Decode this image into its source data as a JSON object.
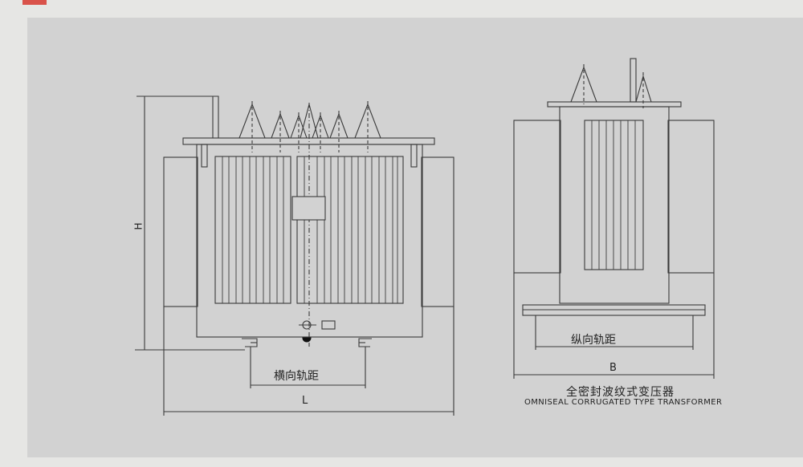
{
  "front_view": {
    "height_label": "H",
    "rail_gauge_label": "横向轨距",
    "length_label": "L"
  },
  "side_view": {
    "rail_gauge_label": "纵向轨距",
    "width_label": "B"
  },
  "caption": {
    "chinese": "全密封波纹式变压器",
    "english": "OMNISEAL CORRUGATED TYPE TRANSFORMER"
  },
  "colors": {
    "background": "#e6e6e4",
    "panel": "#d2d2d2",
    "line": "#3a3a3a",
    "accent_mark": "#d9524a"
  }
}
